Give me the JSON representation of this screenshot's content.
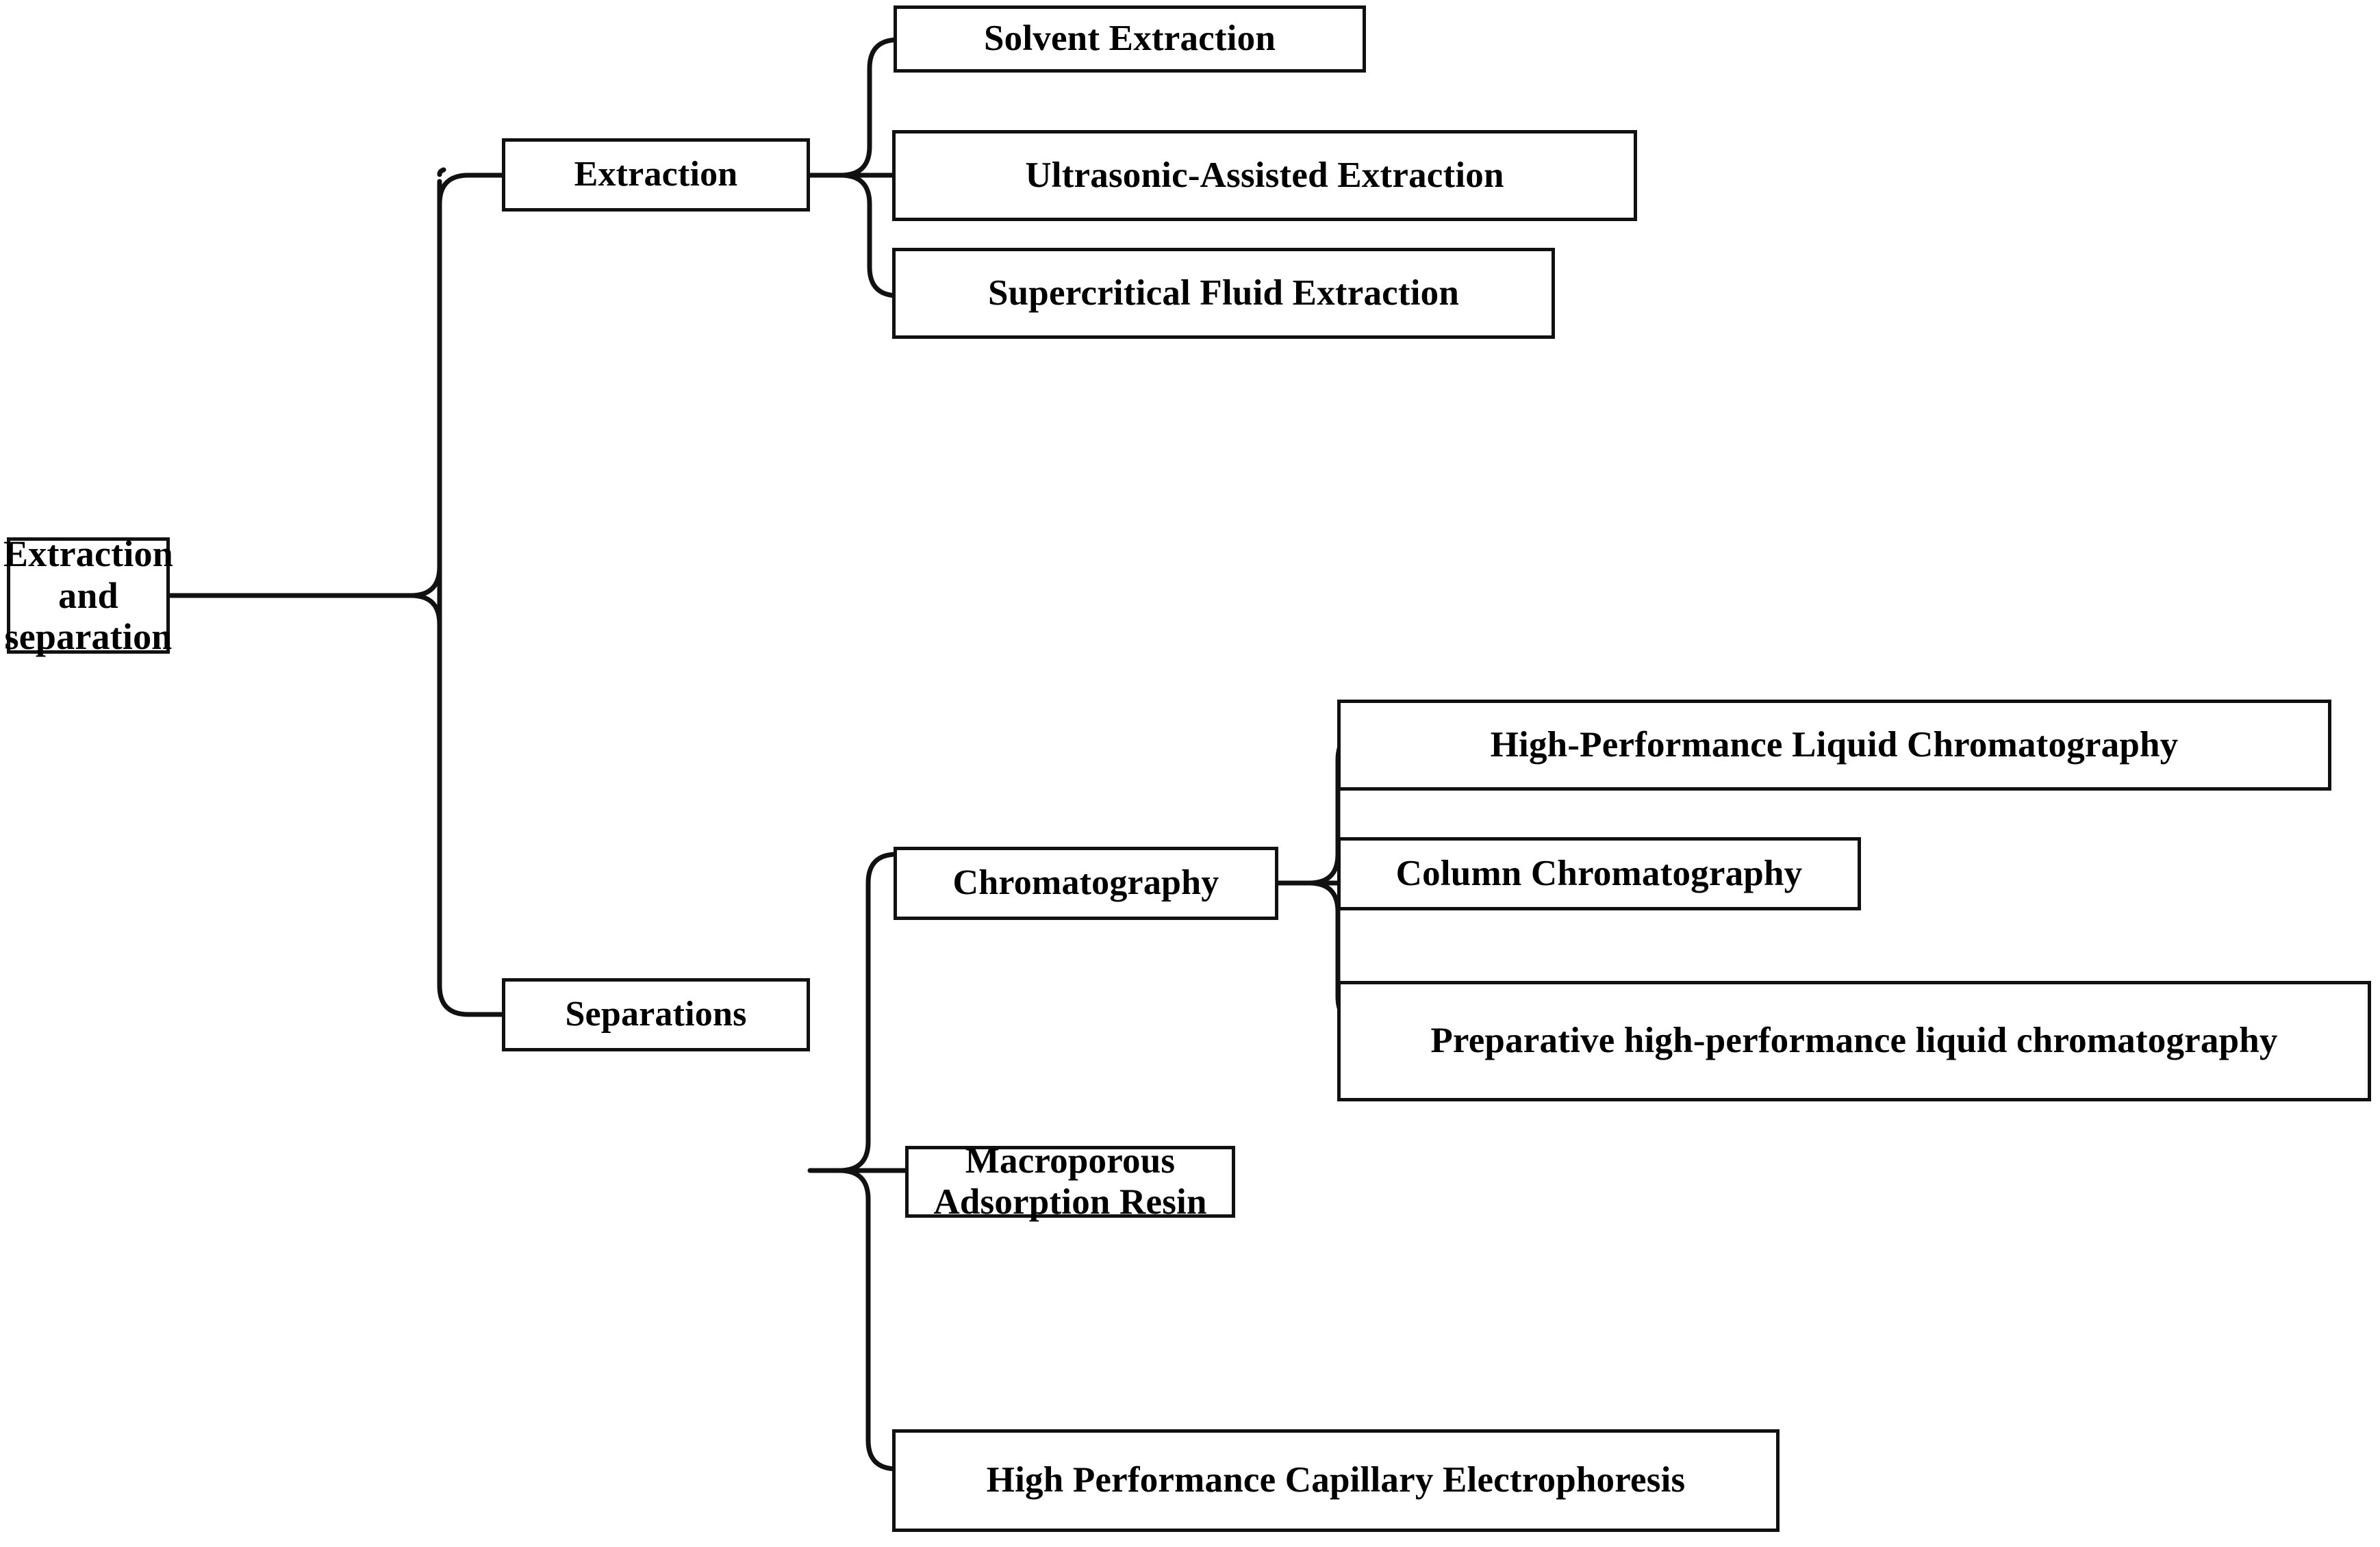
{
  "diagram": {
    "title": "Extraction and separation",
    "type": "tree-flowchart",
    "orientation": "left-to-right",
    "style": {
      "box_fill": "#ffffff",
      "box_border": "#111111",
      "connector_color": "#111111",
      "background": "#ffffff"
    },
    "nodes": {
      "root": {
        "label": "Extraction and\nseparation"
      },
      "extraction": {
        "label": "Extraction"
      },
      "separations": {
        "label": "Separations"
      },
      "solvent_extraction": {
        "label": "Solvent Extraction"
      },
      "ultrasonic_assisted_extraction": {
        "label": "Ultrasonic-Assisted Extraction"
      },
      "supercritical_fluid_extraction": {
        "label": "Supercritical Fluid Extraction"
      },
      "chromatography": {
        "label": "Chromatography"
      },
      "hplc": {
        "label": "High-Performance Liquid Chromatography"
      },
      "column_chromatography": {
        "label": "Column Chromatography"
      },
      "prep_hplc": {
        "label": "Preparative high-performance liquid chromatography"
      },
      "macroporous_adsorption_resin": {
        "label": "Macroporous Adsorption Resin"
      },
      "hpce": {
        "label": "High Performance Capillary Electrophoresis"
      }
    },
    "edges": [
      {
        "from": "root",
        "to": "extraction"
      },
      {
        "from": "root",
        "to": "separations"
      },
      {
        "from": "extraction",
        "to": "solvent_extraction"
      },
      {
        "from": "extraction",
        "to": "ultrasonic_assisted_extraction"
      },
      {
        "from": "extraction",
        "to": "supercritical_fluid_extraction"
      },
      {
        "from": "separations",
        "to": "chromatography"
      },
      {
        "from": "separations",
        "to": "macroporous_adsorption_resin"
      },
      {
        "from": "separations",
        "to": "hpce"
      },
      {
        "from": "chromatography",
        "to": "hplc"
      },
      {
        "from": "chromatography",
        "to": "column_chromatography"
      },
      {
        "from": "chromatography",
        "to": "prep_hplc"
      }
    ]
  }
}
